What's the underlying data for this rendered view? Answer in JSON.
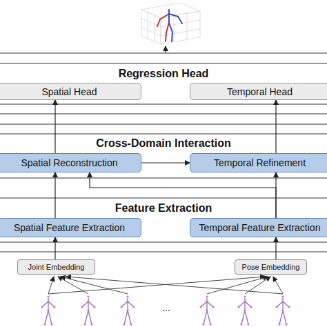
{
  "diagram": {
    "nodes": [
      {
        "text": [
          "Spatial Head"
        ]
      },
      {
        "text": [
          "Temporal Head"
        ]
      },
      {
        "text": [
          "Spatial Reconstruction"
        ]
      },
      {
        "text": [
          "Temporal Refinement"
        ]
      },
      {
        "text": [
          "Spatial Feature Extraction"
        ]
      },
      {
        "text": [
          "Temporal Feature Extraction"
        ]
      },
      {
        "text": [
          "Joint Embedding"
        ]
      },
      {
        "text": [
          "Pose Embedding"
        ]
      }
    ],
    "edges": [
      {
        "from": 6,
        "to": 4,
        "arrow": "to"
      },
      {
        "from": 7,
        "to": 5,
        "arrow": "to"
      },
      {
        "from": 4,
        "to": 2,
        "arrow": "to"
      },
      {
        "from": 5,
        "to": 3,
        "arrow": "to"
      },
      {
        "from": 5,
        "to": 2,
        "arrow": "to"
      },
      {
        "from": 2,
        "to": 3,
        "arrow": "to"
      },
      {
        "from": 2,
        "to": 0,
        "arrow": "to"
      },
      {
        "from": 3,
        "to": 1,
        "arrow": "to"
      }
    ],
    "labels": [
      "Regression Head",
      "Cross-Domain Interaction",
      "Feature Extraction",
      "..."
    ]
  }
}
